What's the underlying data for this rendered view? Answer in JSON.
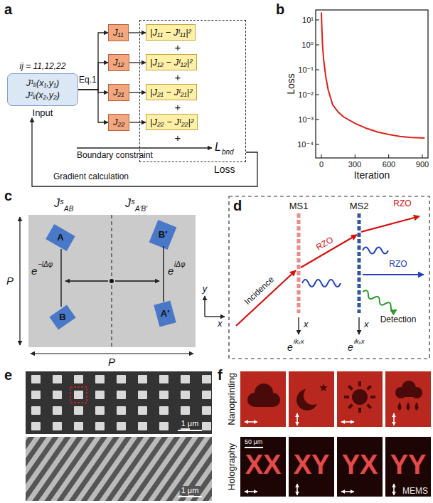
{
  "diagram": {
    "nodes": [
      {
        "text": [
          "ij = 11,12,22",
          "J¹ᵢⱼ(x₁,y₁) J²ᵢⱼ(x₂,y₂)",
          "Input"
        ]
      },
      {
        "text": [
          "J₁₁"
        ]
      },
      {
        "text": [
          "J₁₂"
        ]
      },
      {
        "text": [
          "J₂₁"
        ]
      },
      {
        "text": [
          "J₂₂"
        ]
      },
      {
        "text": [
          "Loss"
        ]
      },
      {
        "text": [
          "|J₁₁ − Jᵗ₁₁|²"
        ],
        "in": 5
      },
      {
        "text": [
          "|J₁₂ − Jᵗ₁₂|²"
        ],
        "in": 5
      },
      {
        "text": [
          "|J₂₁ − Jᵗ₂₁|²"
        ],
        "in": 5
      },
      {
        "text": [
          "|J₂₂ − Jᵗ₂₂|²"
        ],
        "in": 5
      }
    ],
    "edges": [
      {
        "from": 0,
        "to": 1,
        "arrow": "to"
      },
      {
        "from": 0,
        "to": 2,
        "arrow": "to"
      },
      {
        "from": 0,
        "to": 3,
        "arrow": "to"
      },
      {
        "from": 0,
        "to": 4,
        "arrow": "to"
      },
      {
        "from": 1,
        "to": 6,
        "arrow": "to"
      },
      {
        "from": 2,
        "to": 7,
        "arrow": "to"
      },
      {
        "from": 3,
        "to": 8,
        "arrow": "to"
      },
      {
        "from": 4,
        "to": 9,
        "arrow": "to"
      },
      {
        "from": 5,
        "to": 0,
        "arrow": "to",
        "label": "Gradient calculation"
      }
    ],
    "labels": [
      "a",
      "Eq.1",
      "+",
      "+",
      "+",
      "+",
      "Boundary constraint",
      "L",
      "bnd",
      "b",
      "Loss",
      "Iteration",
      "10¹",
      "10⁰",
      "10⁻¹",
      "10⁻²",
      "10⁻³",
      "10⁻⁴",
      "0",
      "300",
      "600",
      "900",
      "c",
      "Jˢ",
      "AB",
      "Jˢ",
      "A′B′",
      "A",
      "B",
      "B′",
      "A′",
      "e",
      "−iΔφ",
      "e",
      "iΔφ",
      "P",
      "P",
      "y",
      "x",
      "d",
      "MS1",
      "MS2",
      "Incidence",
      "RZO",
      "RZO",
      "RZO",
      "Detection",
      "x",
      "e",
      "ikₓx",
      "x",
      "e",
      "ikₓx",
      "e",
      "1 μm",
      "1 μm",
      "f",
      "Nanoprinting",
      "Holography",
      "50 μm",
      "XX",
      "XY",
      "YX",
      "YY",
      "MEMS"
    ]
  }
}
